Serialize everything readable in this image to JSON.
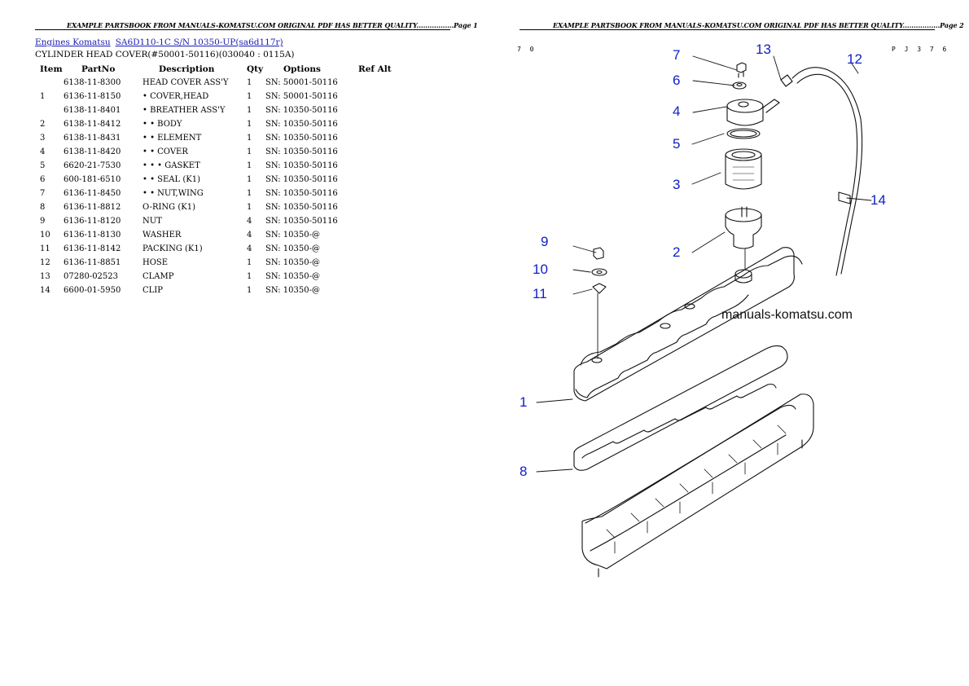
{
  "page1": {
    "header": "EXAMPLE PARTSBOOK FROM MANUALS-KOMATSU.COM ORIGINAL PDF HAS BETTER QUALITY.................Page 1",
    "breadcrumb": [
      "Engines Komatsu",
      "SA6D110-1C S/N 10350-UP(sa6d117r)"
    ],
    "subtitle": "CYLINDER HEAD COVER(#50001-50116)(030040 : 0115A)",
    "columns": [
      "Item",
      "PartNo",
      "Description",
      "Qty",
      "Options",
      "Ref Alt"
    ],
    "rows": [
      [
        "",
        "6138-11-8300",
        "HEAD COVER ASS'Y",
        "1",
        "SN: 50001-50116",
        ""
      ],
      [
        "1",
        "6136-11-8150",
        "• COVER,HEAD",
        "1",
        "SN: 50001-50116",
        ""
      ],
      [
        "",
        "6138-11-8401",
        "• BREATHER ASS'Y",
        "1",
        "SN: 10350-50116",
        ""
      ],
      [
        "2",
        "6138-11-8412",
        "• • BODY",
        "1",
        "SN: 10350-50116",
        ""
      ],
      [
        "3",
        "6138-11-8431",
        "• • ELEMENT",
        "1",
        "SN: 10350-50116",
        ""
      ],
      [
        "4",
        "6138-11-8420",
        "• • COVER",
        "1",
        "SN: 10350-50116",
        ""
      ],
      [
        "5",
        "6620-21-7530",
        "• • • GASKET",
        "1",
        "SN: 10350-50116",
        ""
      ],
      [
        "6",
        "600-181-6510",
        "• • SEAL (K1)",
        "1",
        "SN: 10350-50116",
        ""
      ],
      [
        "7",
        "6136-11-8450",
        "• • NUT,WING",
        "1",
        "SN: 10350-50116",
        ""
      ],
      [
        "8",
        "6136-11-8812",
        "O-RING (K1)",
        "1",
        "SN: 10350-50116",
        ""
      ],
      [
        "9",
        "6136-11-8120",
        "NUT",
        "4",
        "SN: 10350-50116",
        ""
      ],
      [
        "10",
        "6136-11-8130",
        "WASHER",
        "4",
        "SN: 10350-@",
        ""
      ],
      [
        "11",
        "6136-11-8142",
        "PACKING (K1)",
        "4",
        "SN: 10350-@",
        ""
      ],
      [
        "12",
        "6136-11-8851",
        "HOSE",
        "1",
        "SN: 10350-@",
        ""
      ],
      [
        "13",
        "07280-02523",
        " CLAMP",
        "1",
        "SN: 10350-@",
        ""
      ],
      [
        "14",
        "6600-01-5950",
        "CLIP",
        "1",
        "SN: 10350-@",
        ""
      ]
    ]
  },
  "page2": {
    "header": "EXAMPLE PARTSBOOK FROM MANUALS-KOMATSU.COM ORIGINAL PDF HAS BETTER QUALITY.................Page 2",
    "corner_left": "7 0",
    "corner_right": "P J 3 7 6",
    "watermark": "manuals-komatsu.com",
    "callouts": [
      "7",
      "6",
      "4",
      "5",
      "3",
      "2",
      "9",
      "10",
      "11",
      "1",
      "8",
      "13",
      "12",
      "14"
    ]
  },
  "colors": {
    "link": "#1a1ab4",
    "callout": "#1020c8"
  }
}
